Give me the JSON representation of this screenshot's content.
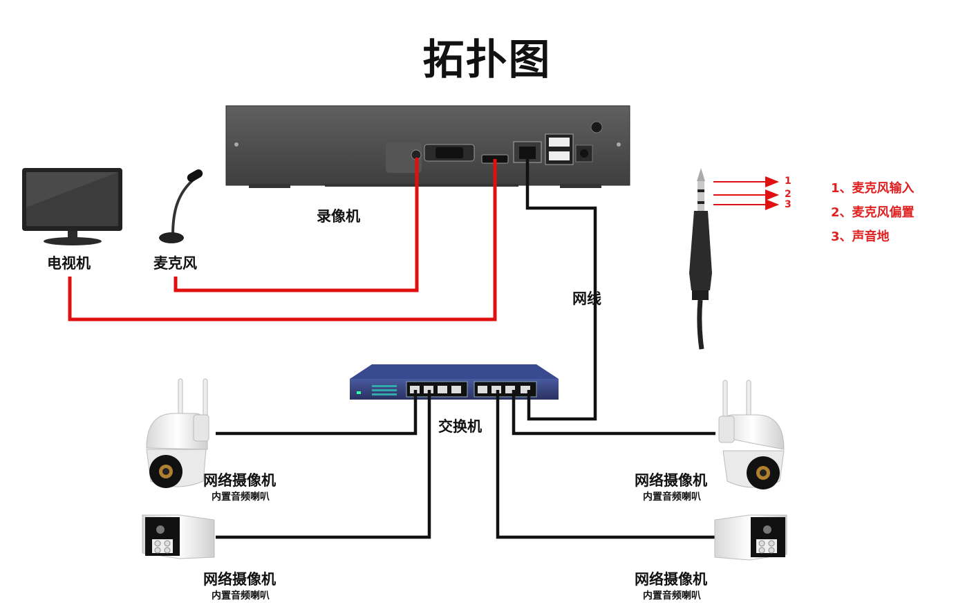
{
  "title": "拓扑图",
  "devices": {
    "recorder": "录像机",
    "tv": "电视机",
    "microphone": "麦克风",
    "switch": "交换机",
    "network_cable": "网线"
  },
  "cameras": [
    {
      "name": "网络摄像机",
      "sub": "内置音频喇叭"
    },
    {
      "name": "网络摄像机",
      "sub": "内置音频喇叭"
    },
    {
      "name": "网络摄像机",
      "sub": "内置音频喇叭"
    },
    {
      "name": "网络摄像机",
      "sub": "内置音频喇叭"
    }
  ],
  "jack": {
    "pins": [
      "1",
      "2",
      "3"
    ],
    "legend": [
      "1、麦克风输入",
      "2、麦克风偏置",
      "3、声音地"
    ]
  },
  "colors": {
    "audio_video_line": "#e01010",
    "network_line": "#111111",
    "legend_text": "#e02020"
  },
  "icons": [
    "nvr-recorder-icon",
    "monitor-icon",
    "microphone-icon",
    "switch-icon",
    "audio-jack-icon",
    "ptz-camera-icon",
    "bullet-camera-icon"
  ]
}
